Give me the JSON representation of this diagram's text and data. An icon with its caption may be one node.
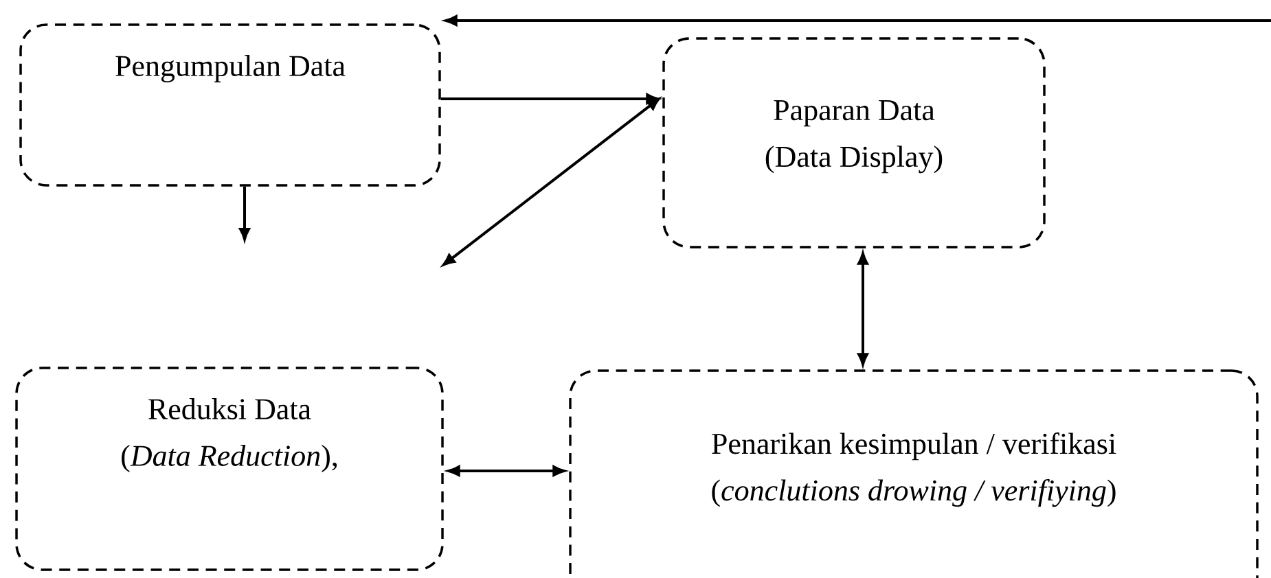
{
  "diagram": {
    "nodes": [
      {
        "text": [
          "Pengumpulan Data"
        ]
      },
      {
        "text": [
          "Paparan Data",
          "(Data Display)"
        ]
      },
      {
        "text": [
          "Reduksi Data",
          "(*Data Reduction*),"
        ]
      },
      {
        "text": [
          "Penarikan kesimpulan / verifikasi",
          "(*conclutions drowing / verifiying*)"
        ]
      }
    ],
    "edges": [
      {
        "from": null,
        "to": 0,
        "arrow": "to"
      },
      {
        "from": 0,
        "to": 1,
        "arrow": "to"
      },
      {
        "from": 0,
        "to": null,
        "arrow": "to"
      },
      {
        "from": null,
        "to": 1,
        "arrow": "both"
      },
      {
        "from": 1,
        "to": 3,
        "arrow": "both"
      },
      {
        "from": 2,
        "to": 3,
        "arrow": "both"
      }
    ]
  }
}
